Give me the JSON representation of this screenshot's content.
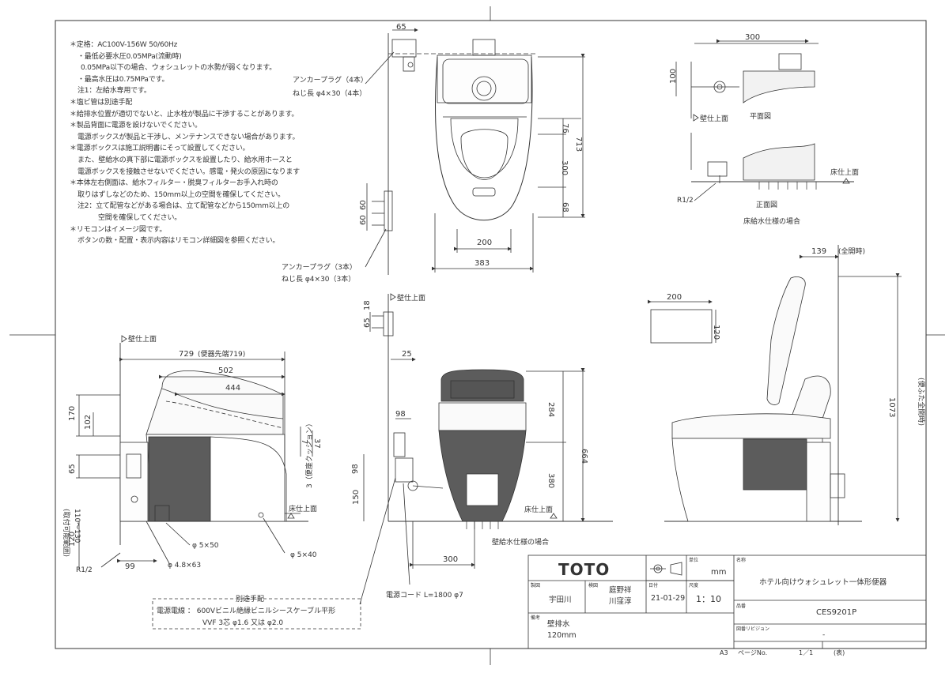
{
  "notes": [
    "＊定格：AC100V-156W 50/60Hz",
    "・最低必要水圧0.05MPa(流動時)",
    "0.05MPa以下の場合、ウォシュレットの水勢が弱くなります。",
    "・最高水圧は0.75MPaです。",
    "注1：左給水専用です。",
    "＊塩ビ管は別途手配",
    "＊給排水位置が適切でないと、止水栓が製品に干渉することがあります。",
    "＊製品背面に電源を設けないでください。",
    "電源ボックスが製品と干渉し、メンテナンスできない場合があります。",
    "＊電源ボックスは施工説明書にそって設置してください。",
    "また、壁給水の真下部に電源ボックスを設置したり、給水用ホースと",
    "電源ボックスを接触させないでください。感電・発火の原因になります",
    "＊本体左右側面は、給水フィルター・脱臭フィルターお手入れ時の",
    "取りはずしなどのため、150mm以上の空間を確保してください。",
    "注2：立て配管などがある場合は、立て配管などから150mm以上の",
    "空間を確保してください。",
    "＊リモコンはイメージ図です。",
    "ボタンの数・配置・表示内容はリモコン詳細図を参照ください。"
  ],
  "labels": {
    "anchor1_a": "アンカープラグ（4本）",
    "anchor1_b": "ねじ長 φ4×30（4本）",
    "anchor2_a": "アンカープラグ（3本）",
    "anchor2_b": "ねじ長 φ4×30（3本）",
    "wall1": "壁仕上面",
    "wall2": "壁仕上面",
    "wall3": "壁仕上面",
    "floor1": "床仕上面",
    "floor2": "床仕上面",
    "floor3": "床仕上面",
    "plan": "平面図",
    "front": "正面図",
    "floor_supply": "床給水仕様の場合",
    "wall_supply": "壁給水仕様の場合",
    "r12a": "R1/2",
    "r12b": "R1/2",
    "d5x50": "φ 5×50",
    "d48x63": "φ 4.8×63",
    "d5x40": "φ 5×40",
    "cushion": "3（便座クッション）",
    "range": "(取付可能範囲)",
    "range2": "110〜130",
    "cord": "電源コード L=1800 φ7",
    "sep_title": "別途手配",
    "sep_1": "電源電線 ： 600Vビニル絶縁ビニルシースケーブル平形",
    "sep_2": "VVF 3芯 φ1.6 又は φ2.0",
    "open": "(全開時)",
    "seat_open": "(便ふた全開時)",
    "tip": "(便器先端719)"
  },
  "dims": {
    "d65top": "65",
    "d300a": "300",
    "d100": "100",
    "d713": "713",
    "d76": "76",
    "d300b": "300",
    "d68": "68",
    "d200a": "200",
    "d383": "383",
    "d60a": "60",
    "d60b": "60",
    "d139": "139",
    "d1073": "1073",
    "d200b": "200",
    "d120a": "120",
    "d18": "18",
    "d65b": "65",
    "d25": "25",
    "d98a": "98",
    "d98b": "98",
    "d150": "150",
    "d300c": "300",
    "d284": "284",
    "d664": "664",
    "d380": "380",
    "d729": "729",
    "d502": "502",
    "d444": "444",
    "d170": "170",
    "d102": "102",
    "d7": "7",
    "d37": "37",
    "d65c": "65",
    "d120b": "120",
    "d99": "99"
  },
  "titleblock": {
    "brand": "TOTO",
    "unit_label": "単位",
    "unit": "mm",
    "name_label": "名称",
    "name": "ホテル向けウォシュレット一体形便器",
    "drawn_label": "製図",
    "drawn": "宇田川",
    "check_label": "検図",
    "check1": "庭野祥",
    "check2": "川窪淳",
    "date_label": "日付",
    "date": "21-01-29",
    "scale_label": "尺度",
    "scale": "1：10",
    "model_label": "品番",
    "model": "CES9201P",
    "remarks_label": "備考",
    "remarks1": "壁排水",
    "remarks2": "120mm",
    "rev_label": "図番リビジョン",
    "rev": "-",
    "sheet_size": "A3",
    "page_label": "ページNo.",
    "page": "1／1",
    "page_note": "(表)"
  },
  "colors": {
    "line": "#333333",
    "dark": "#505050",
    "face": "#5c5c5c"
  }
}
